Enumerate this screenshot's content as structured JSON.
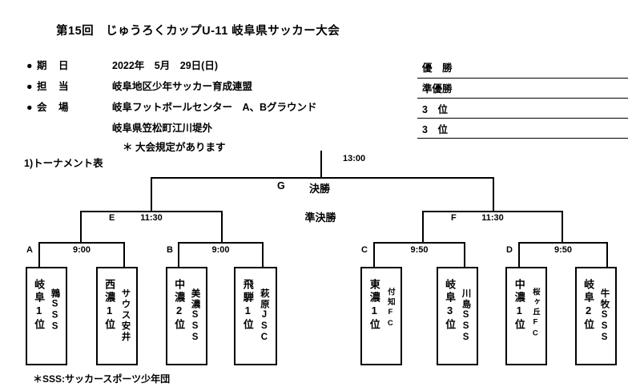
{
  "page": {
    "title": "第15回　じゅうろくカップU-11 岐阜県サッカー大会",
    "footnote": "＊SSS:サッカースポーツ少年団"
  },
  "info": {
    "rows": [
      {
        "label": "● 期　日",
        "value": "2022年　5月　29日(日)"
      },
      {
        "label": "● 担　当",
        "value": "岐阜地区少年サッカー育成連盟"
      },
      {
        "label": "● 会　場",
        "value": "岐阜フットボールセンター　A、Bグラウンド"
      },
      {
        "label": "",
        "value": "岐阜県笠松町江川堤外"
      },
      {
        "label": "",
        "value": "＊ 大会規定があります"
      }
    ]
  },
  "results": {
    "rows": [
      {
        "label": "優　勝"
      },
      {
        "label": "準優勝"
      },
      {
        "label": "3　位"
      },
      {
        "label": "3　位"
      }
    ]
  },
  "bracket": {
    "heading": "1)トーナメント表",
    "final": {
      "code": "G",
      "label": "決勝",
      "time": "13:00"
    },
    "semifinal_label": "準決勝",
    "semifinals": [
      {
        "code": "E",
        "time": "11:30"
      },
      {
        "code": "F",
        "time": "11:30"
      }
    ],
    "matches": [
      {
        "code": "A",
        "time": "9:00",
        "teams": [
          {
            "seed": "岐阜1位",
            "name": "鶉SSS"
          },
          {
            "seed": "西濃1位",
            "name": "サウス安井"
          }
        ]
      },
      {
        "code": "B",
        "time": "9:00",
        "teams": [
          {
            "seed": "中濃2位",
            "name": "美濃SSS"
          },
          {
            "seed": "飛騨1位",
            "name": "萩原JSC"
          }
        ]
      },
      {
        "code": "C",
        "time": "9:50",
        "teams": [
          {
            "seed": "東濃1位",
            "name": "付知FC"
          },
          {
            "seed": "岐阜3位",
            "name": "川島SSS"
          }
        ]
      },
      {
        "code": "D",
        "time": "9:50",
        "teams": [
          {
            "seed": "中濃1位",
            "name": "桜ヶ丘FC"
          },
          {
            "seed": "岐阜2位",
            "name": "牛牧SSS"
          }
        ]
      }
    ]
  }
}
